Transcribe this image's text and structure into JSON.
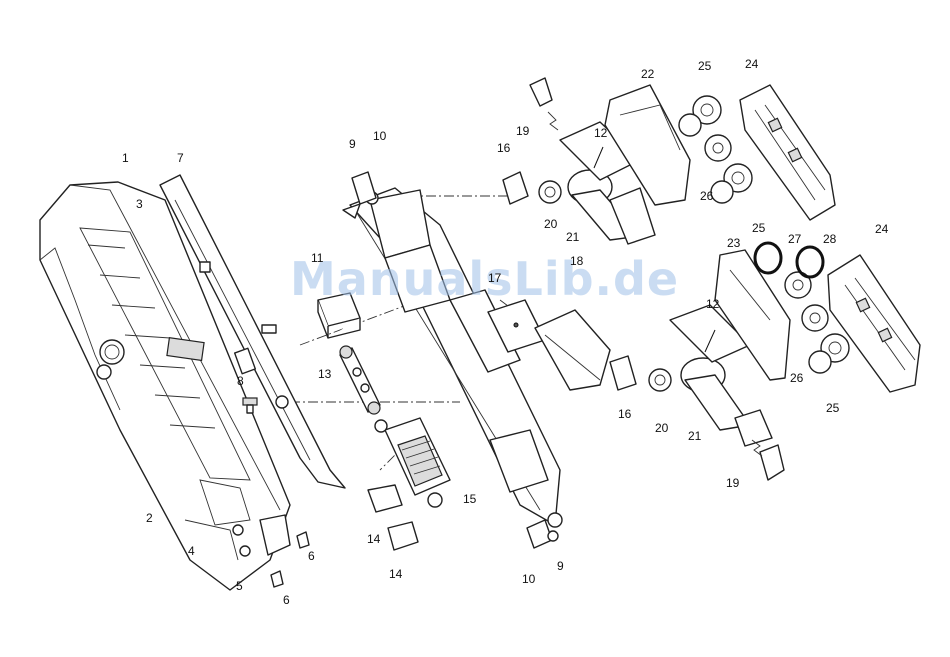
{
  "watermark": "ManualsLib.de",
  "callouts": {
    "c1": "1",
    "c2": "2",
    "c3": "3",
    "c4": "4",
    "c5": "5",
    "c6a": "6",
    "c6b": "6",
    "c7": "7",
    "c8": "8",
    "c9a": "9",
    "c9b": "9",
    "c10a": "10",
    "c10b": "10",
    "c11": "11",
    "c12a": "12",
    "c12b": "12",
    "c13": "13",
    "c14a": "14",
    "c14b": "14",
    "c15": "15",
    "c16a": "16",
    "c16b": "16",
    "c17": "17",
    "c18": "18",
    "c19a": "19",
    "c19b": "19",
    "c20a": "20",
    "c20b": "20",
    "c21a": "21",
    "c21b": "21",
    "c22": "22",
    "c23": "23",
    "c24a": "24",
    "c24b": "24",
    "c25a": "25",
    "c25b": "25",
    "c25c": "25",
    "c26a": "26",
    "c26b": "26",
    "c27": "27",
    "c28": "28"
  }
}
